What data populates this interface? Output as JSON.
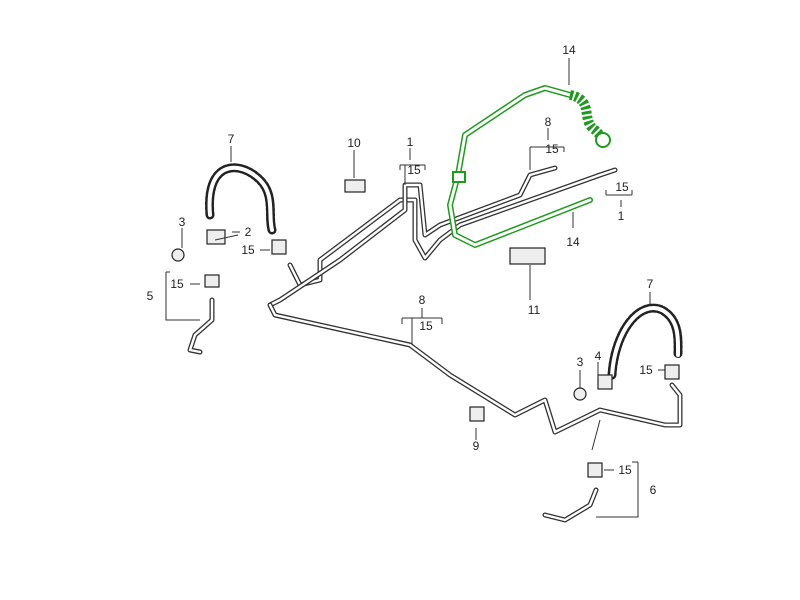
{
  "diagram": {
    "accent_color": "#1f9a1f",
    "callouts": {
      "c14_top": "14",
      "c8_top": "8",
      "c15_top8": "15",
      "c1_left": "1",
      "c15_left1": "15",
      "c15_right1": "15",
      "c1_right": "1",
      "c14_mid": "14",
      "c10": "10",
      "c11": "11",
      "c7_left": "7",
      "c3_left": "3",
      "c2": "2",
      "c15_clip_left": "15",
      "c5": "5",
      "c15_5": "15",
      "c8_mid": "8",
      "c15_mid8": "15",
      "c9": "9",
      "c7_right": "7",
      "c3_right": "3",
      "c4": "4",
      "c15_clip_right": "15",
      "c15_6": "15",
      "c6": "6"
    }
  }
}
